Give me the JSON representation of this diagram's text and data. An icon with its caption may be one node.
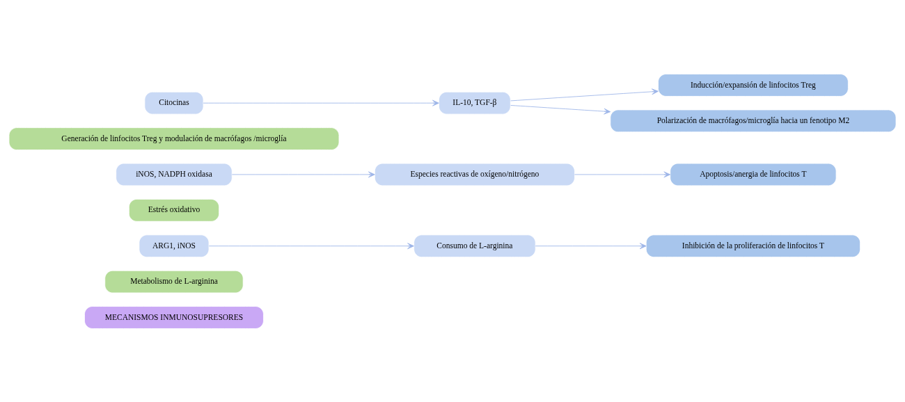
{
  "diagram": {
    "nodes": [
      {
        "text": [
          "MECANISMOS INMUNOSUPRESORES"
        ]
      },
      {
        "text": [
          "Metabolismo de L-arginina"
        ]
      },
      {
        "text": [
          "ARG1, iNOS"
        ]
      },
      {
        "text": [
          "Consumo de L-arginina"
        ]
      },
      {
        "text": [
          "Inhibición de la proliferación de linfocitos T"
        ]
      },
      {
        "text": [
          "Estrés oxidativo"
        ]
      },
      {
        "text": [
          "iNOS, NADPH oxidasa"
        ]
      },
      {
        "text": [
          "Especies reactivas de oxígeno/nitrógeno"
        ]
      },
      {
        "text": [
          "Apoptosis/anergia de linfocitos T"
        ]
      },
      {
        "text": [
          "Generación de linfocitos Treg y modulación de macrófagos /microglía"
        ]
      },
      {
        "text": [
          "Citocinas"
        ]
      },
      {
        "text": [
          "IL-10, TGF-β"
        ]
      },
      {
        "text": [
          "Inducción/expansión de linfocitos Treg"
        ]
      },
      {
        "text": [
          "Polarización de macrófagos/microglía hacia un fenotipo M2"
        ]
      }
    ],
    "edges": [
      {
        "from": 2,
        "to": 3,
        "arrow": "to"
      },
      {
        "from": 3,
        "to": 4,
        "arrow": "to"
      },
      {
        "from": 6,
        "to": 7,
        "arrow": "to"
      },
      {
        "from": 7,
        "to": 8,
        "arrow": "to"
      },
      {
        "from": 10,
        "to": 11,
        "arrow": "to"
      },
      {
        "from": 11,
        "to": 12,
        "arrow": "to"
      },
      {
        "from": 11,
        "to": 13,
        "arrow": "to"
      }
    ]
  }
}
